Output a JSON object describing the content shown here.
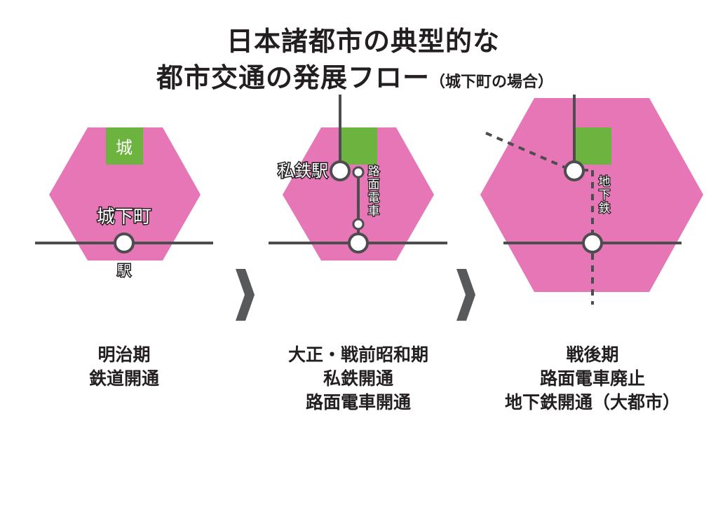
{
  "title": {
    "line1": "日本諸都市の典型的な",
    "line2_main": "都市交通の発展フロー",
    "line2_sub": "（城下町の場合）"
  },
  "colors": {
    "city": "#e676b5",
    "castle": "#6db33f",
    "line": "#4d4d4f",
    "arrow": "#58595b"
  },
  "stages": [
    {
      "castle": "城",
      "town": "城下町",
      "station": "駅",
      "caption": [
        "明治期",
        "鉄道開通"
      ]
    },
    {
      "private_station": "私鉄駅",
      "tram": "路面電車",
      "caption": [
        "大正・戦前昭和期",
        "私鉄開通",
        "路面電車開通"
      ]
    },
    {
      "subway": "地下鉄",
      "caption": [
        "戦後期",
        "路面電車廃止",
        "地下鉄開通（大都市）"
      ]
    }
  ]
}
